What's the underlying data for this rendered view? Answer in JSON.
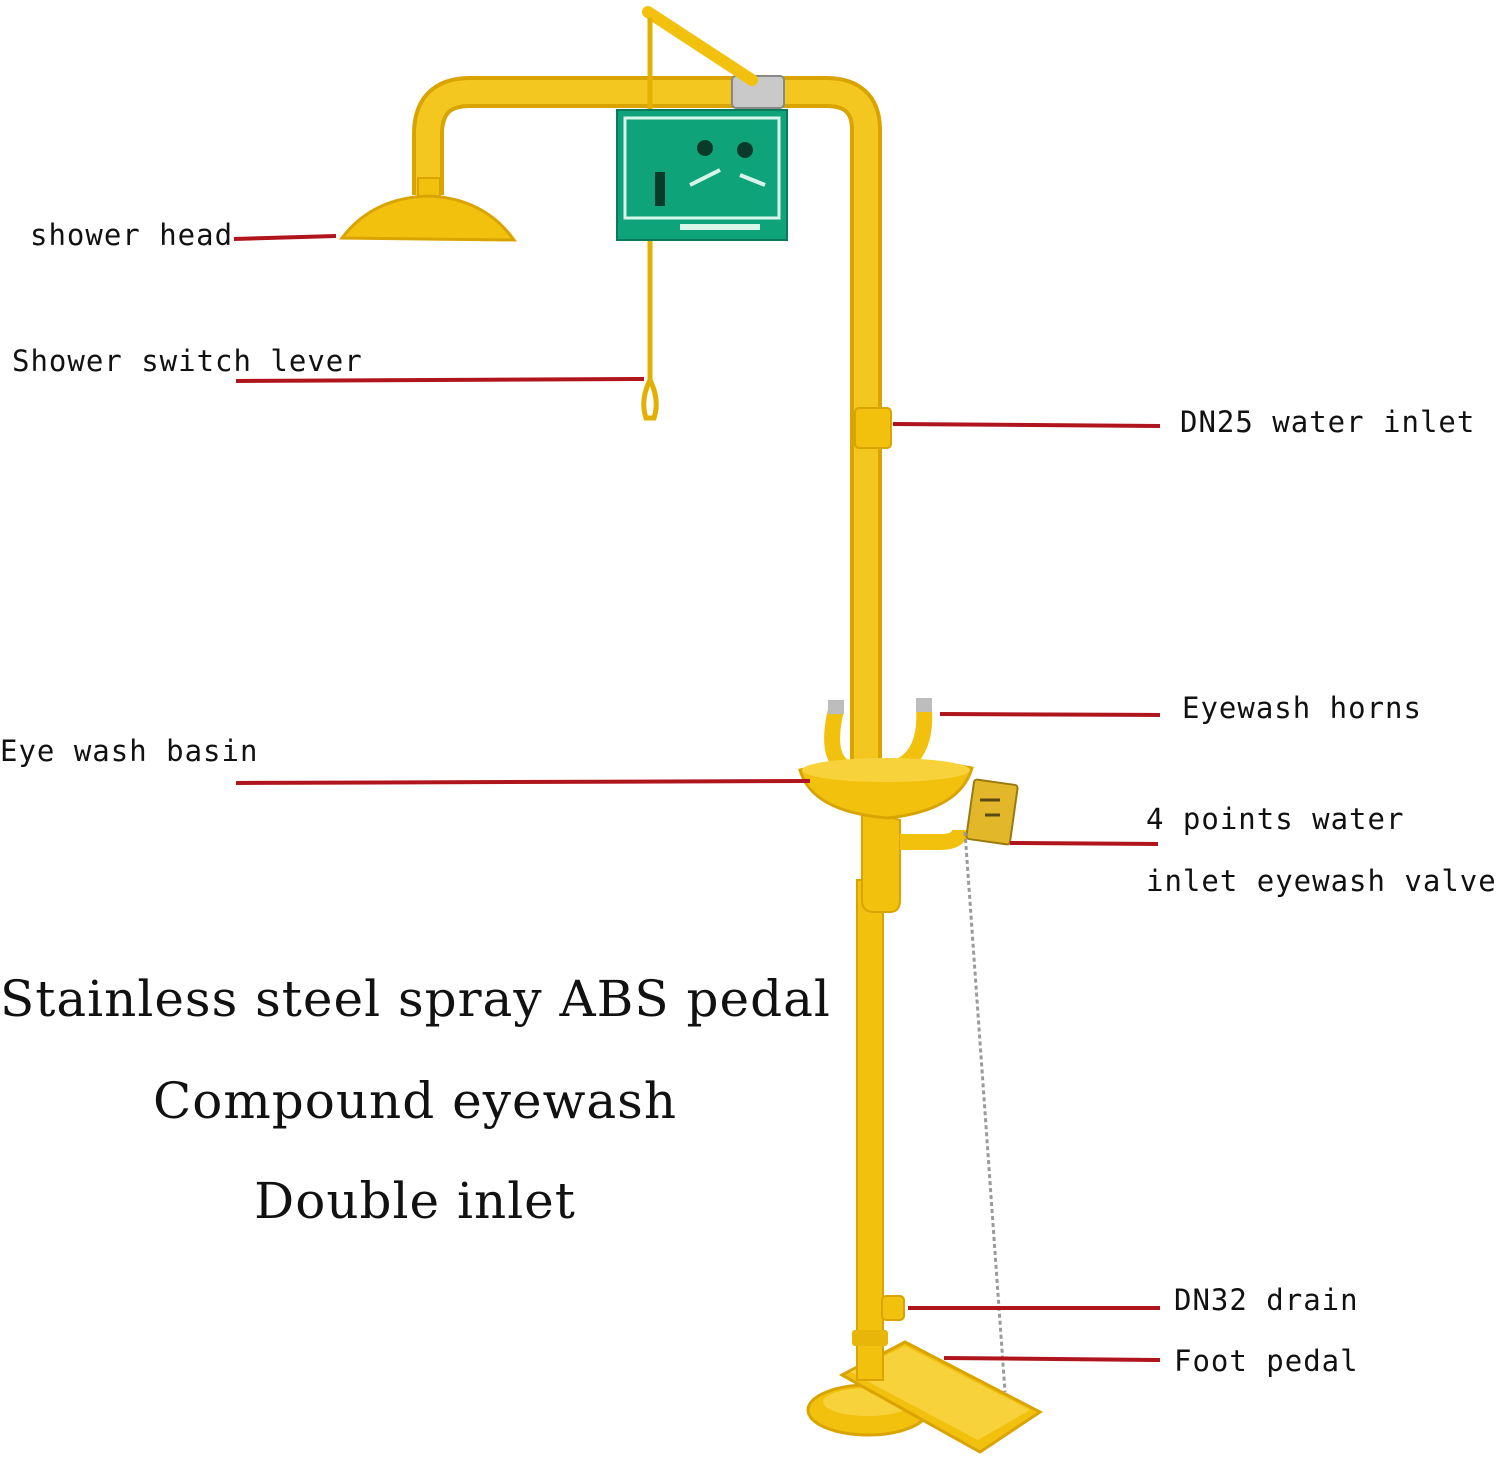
{
  "colors": {
    "equipment": "#f2c10e",
    "equipment_dark": "#d9a400",
    "leader_line": "#b0141c",
    "sign": "#0fa37a",
    "chain": "#9a9a9a"
  },
  "labels": {
    "shower_head": "shower head",
    "shower_switch_lever": "Shower switch lever",
    "dn25_water_inlet": "DN25 water inlet",
    "eyewash_horns": "Eyewash horns",
    "eye_wash_basin": "Eye wash basin",
    "valve_line1": "4 points water",
    "valve_line2": "inlet eyewash valve",
    "dn32_drain": "DN32 drain",
    "foot_pedal": "Foot pedal"
  },
  "captions": {
    "line1": "Stainless steel spray ABS pedal",
    "line2": "Compound eyewash",
    "line3": "Double inlet"
  },
  "icons": {
    "sign": "safety-sign-icon",
    "valve": "valve-tag-icon"
  }
}
